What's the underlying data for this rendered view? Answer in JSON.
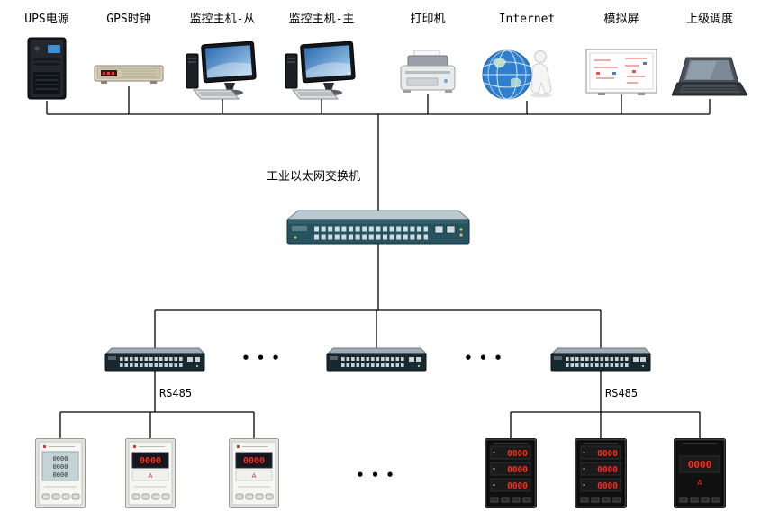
{
  "diagram": {
    "top_devices": [
      {
        "label": "UPS电源"
      },
      {
        "label": "GPS时钟"
      },
      {
        "label": "监控主机-从"
      },
      {
        "label": "监控主机-主"
      },
      {
        "label": "打印机"
      },
      {
        "label": "Internet"
      },
      {
        "label": "模拟屏"
      },
      {
        "label": "上级调度"
      }
    ],
    "main_switch": {
      "label": "工业以太网交换机"
    },
    "branches": {
      "left_bus_label": "RS485",
      "right_bus_label": "RS485",
      "ellipsis_mid_left": "•••",
      "ellipsis_mid_right": "•••",
      "ellipsis_bottom": "•••"
    },
    "meters": {
      "left": [
        {
          "kind": "lcd",
          "rows": [
            "0000",
            "0000",
            "0000"
          ]
        },
        {
          "kind": "led",
          "value": "0000",
          "unit": "A"
        },
        {
          "kind": "led",
          "value": "0000",
          "unit": "A"
        }
      ],
      "right": [
        {
          "kind": "led3",
          "rows": [
            "0000",
            "0000",
            "0000"
          ]
        },
        {
          "kind": "led3",
          "rows": [
            "0000",
            "0000",
            "0000"
          ]
        },
        {
          "kind": "led1",
          "value": "0000",
          "unit": "A"
        }
      ]
    }
  }
}
